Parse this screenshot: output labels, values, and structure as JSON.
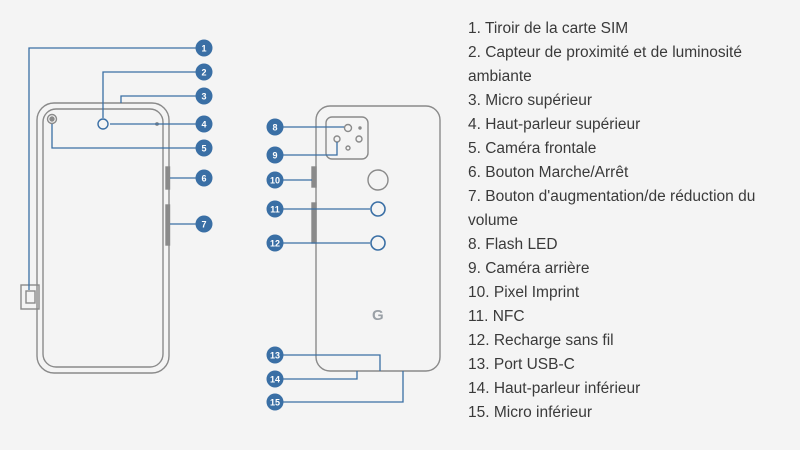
{
  "callouts": [
    "1",
    "2",
    "3",
    "4",
    "5",
    "6",
    "7",
    "8",
    "9",
    "10",
    "11",
    "12",
    "13",
    "14",
    "15"
  ],
  "legend": [
    "1. Tiroir de la carte SIM",
    "2. Capteur de proximité et de luminosité ambiante",
    "3. Micro supérieur",
    "4. Haut-parleur supérieur",
    "5. Caméra frontale",
    "6. Bouton Marche/Arrêt",
    "7. Bouton d'augmentation/de réduction du volume",
    "8. Flash LED",
    "9. Caméra arrière",
    "10. Pixel Imprint",
    "11. NFC",
    "12. Recharge sans fil",
    "13. Port USB-C",
    "14. Haut-parleur inférieur",
    "15. Micro inférieur"
  ],
  "back_logo": "G",
  "colors": {
    "background": "#f4f4f4",
    "callout_blue": "#3a6fa5",
    "outline_gray": "#8a8a8a",
    "text": "#3a3a3a"
  }
}
